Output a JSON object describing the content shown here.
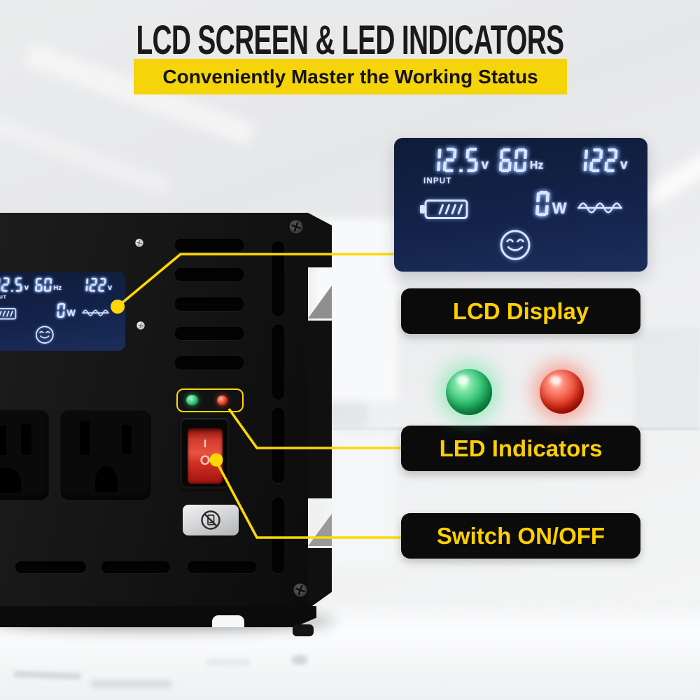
{
  "header": {
    "title": "LCD SCREEN & LED INDICATORS",
    "subtitle": "Conveniently Master the Working Status"
  },
  "lcd_display": {
    "input_voltage": "12.5",
    "input_voltage_unit": "v",
    "input_label": "INPUT",
    "frequency": "60",
    "frequency_unit": "Hz",
    "output_voltage": "122",
    "output_voltage_unit": "v",
    "power": "0",
    "power_unit": "W",
    "icons": [
      "battery-level-icon",
      "sine-wave-icon",
      "smiley-face-icon"
    ],
    "status_smiley": "happy"
  },
  "callout_labels": {
    "lcd": "LCD Display",
    "led": "LED Indicators",
    "switch": "Switch ON/OFF"
  },
  "device": {
    "power_switch": {
      "on_symbol": "I",
      "off_symbol": "O"
    },
    "indicator_leds": [
      "green",
      "red"
    ],
    "warning_label_icon": "no-cellphone-icon"
  },
  "colors": {
    "accent_yellow": "#FFD800",
    "banner_yellow": "#F5D40A",
    "label_bg": "#0B0B0B",
    "label_text": "#FFCF00",
    "lcd_background": "#13224A",
    "lcd_glyph": "#D9E6FF",
    "led_green": "#27B567",
    "led_red": "#E02415"
  }
}
